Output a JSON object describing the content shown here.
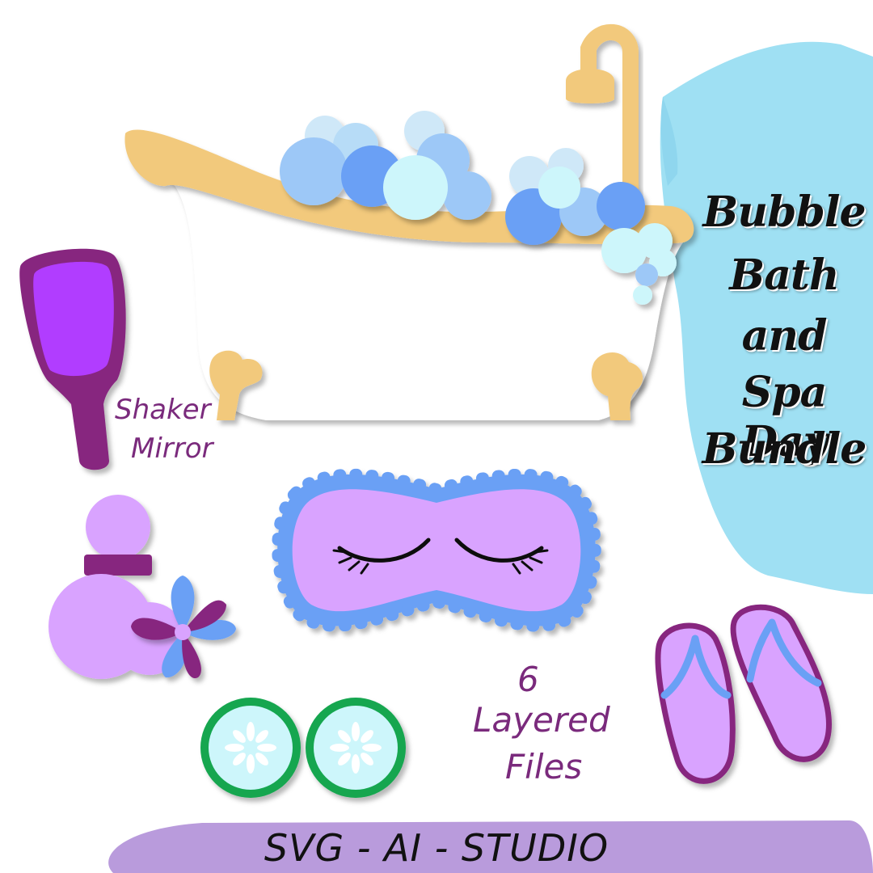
{
  "title": {
    "lines": [
      "Bubble",
      "Bath",
      "and",
      "Spa Day",
      "Bundle"
    ]
  },
  "labels": {
    "shaker_mirror": [
      "Shaker",
      "Mirror"
    ],
    "layered_files": [
      "6",
      "Layered",
      "Files"
    ]
  },
  "footer": {
    "text": "SVG - AI - STUDIO"
  },
  "colors": {
    "brush": "#9fe0f3",
    "tub_gold": "#f2c97c",
    "bubble_dark": "#6aa0f5",
    "bubble_mid": "#9dc8f7",
    "bubble_light": "#cdf6fb",
    "purple_dark": "#87267f",
    "purple_bright": "#b13cff",
    "lavender": "#d9a3ff",
    "cucumber_green": "#13a650",
    "footer_band": "#b99bdc"
  },
  "icons": [
    "bathtub-icon",
    "shower-icon",
    "hand-mirror-icon",
    "sleep-mask-icon",
    "perfume-bottle-icon",
    "flower-icon",
    "cucumber-slices-icon",
    "flip-flops-icon"
  ]
}
